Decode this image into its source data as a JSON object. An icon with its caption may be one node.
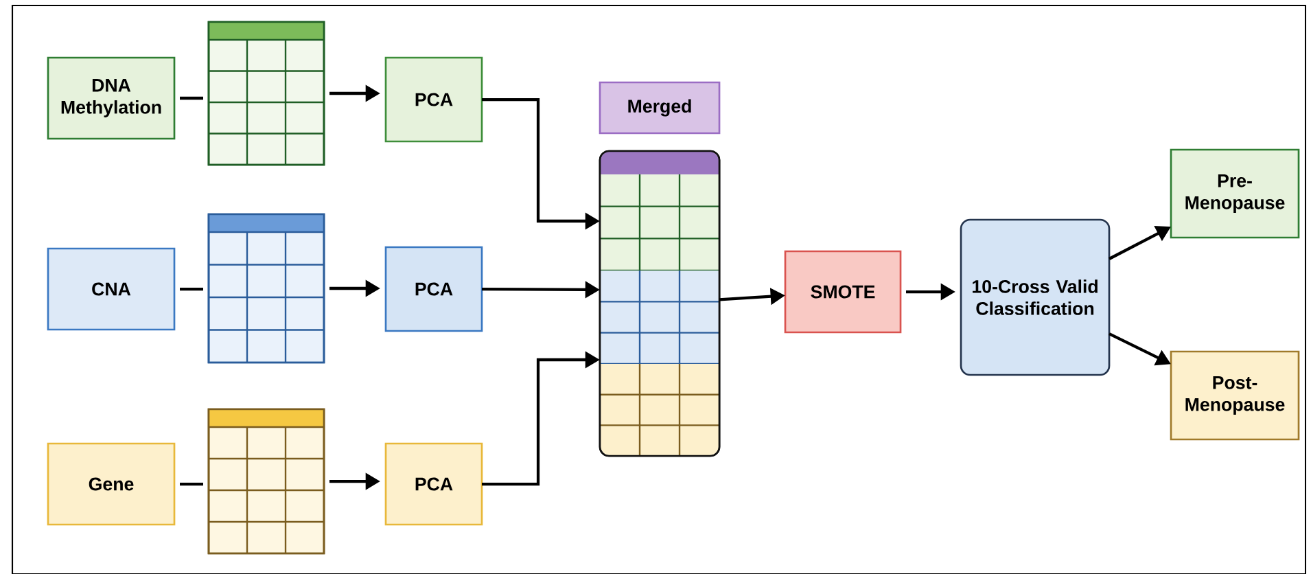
{
  "diagram": {
    "nodes": [
      {
        "text": [
          "DNA Methylation"
        ]
      },
      {
        "text": [],
        "shape": "table"
      },
      {
        "text": [
          "PCA"
        ]
      },
      {
        "text": [
          "CNA"
        ]
      },
      {
        "text": [],
        "shape": "table"
      },
      {
        "text": [
          "PCA"
        ]
      },
      {
        "text": [
          "Gene"
        ]
      },
      {
        "text": [],
        "shape": "table"
      },
      {
        "text": [
          "PCA"
        ]
      },
      {
        "text": [
          "Merged"
        ]
      },
      {
        "text": [],
        "shape": "table"
      },
      {
        "text": [
          "SMOTE"
        ]
      },
      {
        "text": [
          "10-Cross Valid Classification"
        ]
      },
      {
        "text": [
          "Pre- Menopause"
        ]
      },
      {
        "text": [
          "Post- Menopause"
        ]
      }
    ],
    "edges": [
      {
        "from": 0,
        "to": 1,
        "arrow": "none"
      },
      {
        "from": 1,
        "to": 2,
        "arrow": "to"
      },
      {
        "from": 3,
        "to": 4,
        "arrow": "none"
      },
      {
        "from": 4,
        "to": 5,
        "arrow": "to"
      },
      {
        "from": 6,
        "to": 7,
        "arrow": "none"
      },
      {
        "from": 7,
        "to": 8,
        "arrow": "to"
      },
      {
        "from": 2,
        "to": 10,
        "arrow": "to"
      },
      {
        "from": 5,
        "to": 10,
        "arrow": "to"
      },
      {
        "from": 8,
        "to": 10,
        "arrow": "to"
      },
      {
        "from": 10,
        "to": 11,
        "arrow": "to"
      },
      {
        "from": 11,
        "to": 12,
        "arrow": "to"
      },
      {
        "from": 12,
        "to": 13,
        "arrow": "to"
      },
      {
        "from": 12,
        "to": 14,
        "arrow": "to"
      }
    ]
  }
}
